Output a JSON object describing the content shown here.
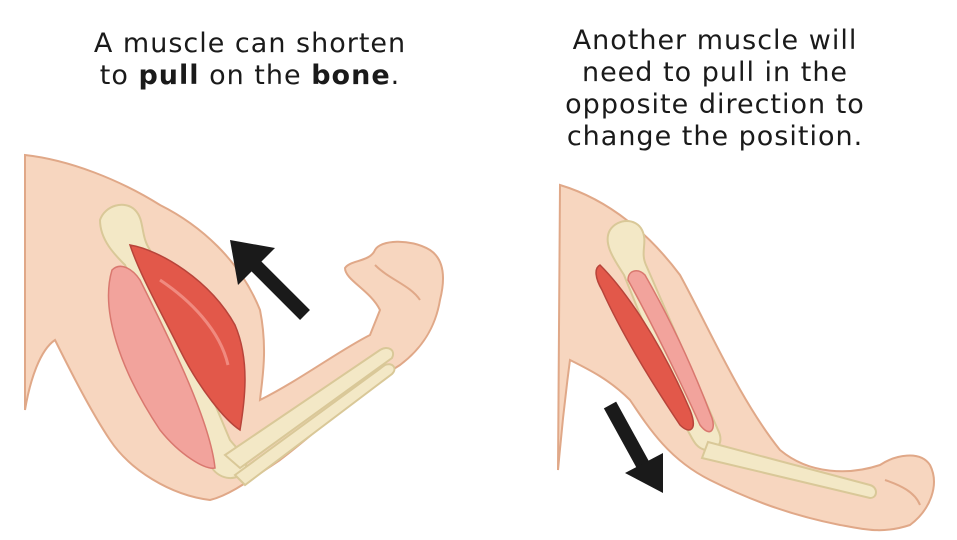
{
  "captions": {
    "left": {
      "line1": "A muscle can shorten",
      "line2_prefix": "to ",
      "pull": "pull",
      "line2_mid": " on the ",
      "bone": "bone",
      "line2_suffix": "."
    },
    "right": {
      "line1": "Another muscle will",
      "line2": "need to pull in the",
      "line3": "opposite direction to",
      "line4": "change the position."
    }
  },
  "colors": {
    "skin": "#f7d6bf",
    "skin_shadow": "#efc2a4",
    "skin_outline": "#e0a888",
    "bone": "#f3e8c6",
    "bone_outline": "#d9c898",
    "muscle_red": "#e2584a",
    "muscle_light": "#f2a39c",
    "arrow": "#1a1a1a"
  }
}
